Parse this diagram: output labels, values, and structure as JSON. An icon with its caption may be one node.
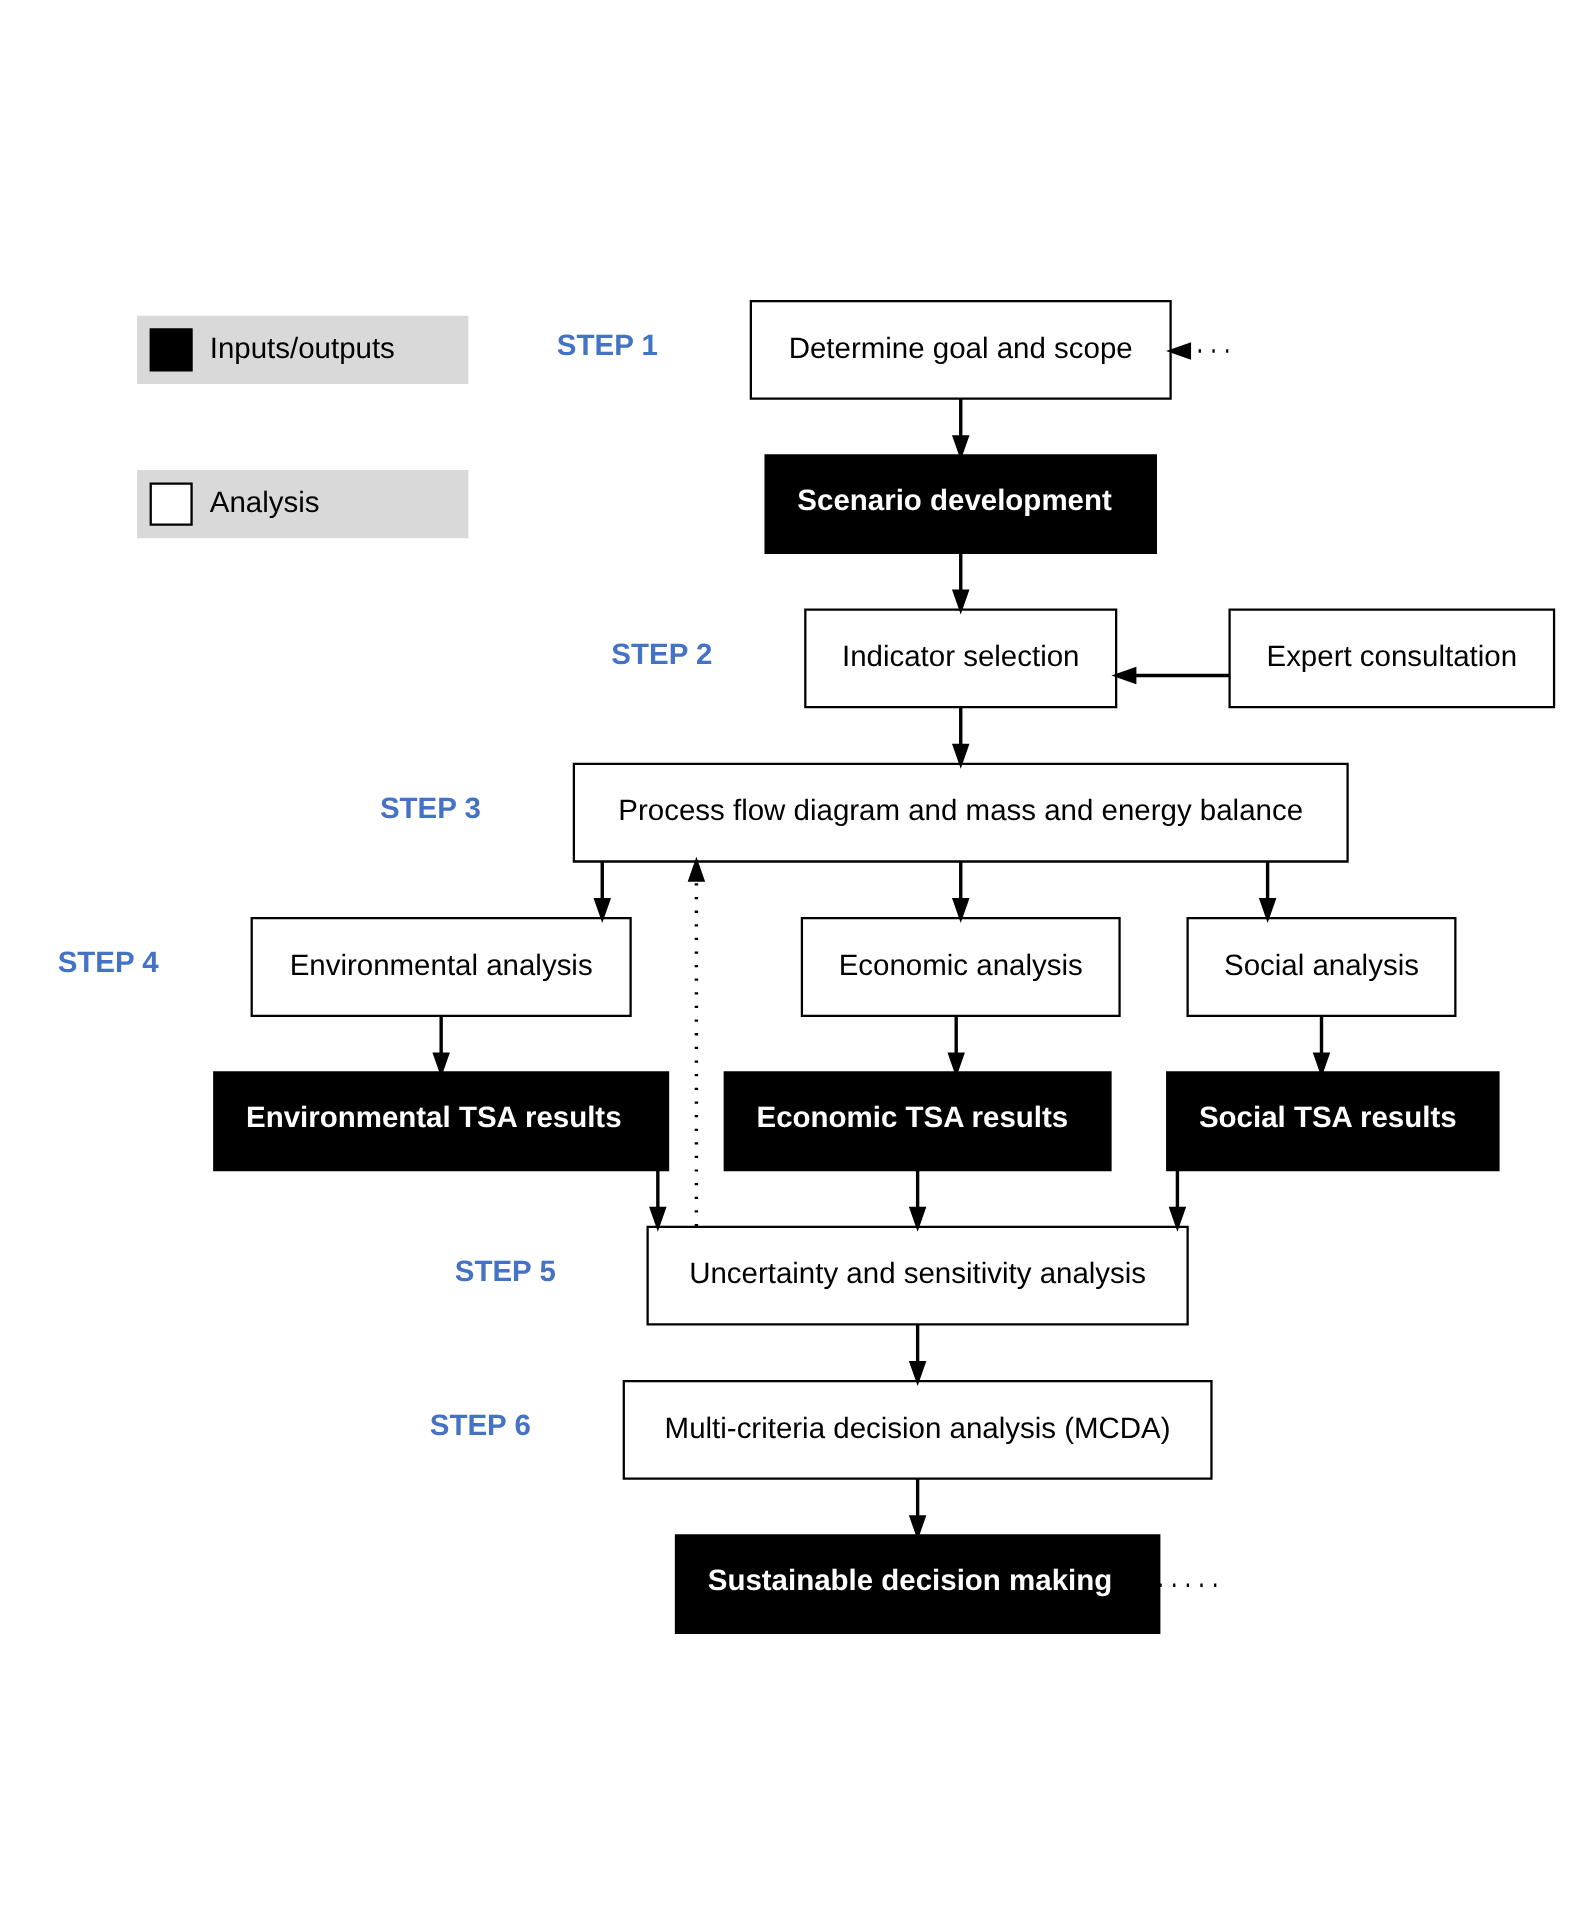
{
  "diagram": {
    "nodes": [
      {
        "text": [
          "Determine goal and scope"
        ]
      },
      {
        "text": [
          "Scenario development"
        ]
      },
      {
        "text": [
          "Indicator selection"
        ]
      },
      {
        "text": [
          "Expert consultation"
        ]
      },
      {
        "text": [
          "Process flow diagram and mass and energy balance"
        ]
      },
      {
        "text": [
          "Environmental analysis"
        ]
      },
      {
        "text": [
          "Economic analysis"
        ]
      },
      {
        "text": [
          "Social analysis"
        ]
      },
      {
        "text": [
          "Environmental TSA results"
        ]
      },
      {
        "text": [
          "Economic TSA results"
        ]
      },
      {
        "text": [
          "Social TSA results"
        ]
      },
      {
        "text": [
          "Uncertainty and sensitivity analysis"
        ]
      },
      {
        "text": [
          "Multi-criteria decision analysis (MCDA)"
        ]
      },
      {
        "text": [
          "Sustainable decision making"
        ]
      }
    ],
    "edges": [
      {
        "from": 0,
        "to": 1,
        "arrow": "to"
      },
      {
        "from": 1,
        "to": 2,
        "arrow": "to"
      },
      {
        "from": 3,
        "to": 2,
        "arrow": "to"
      },
      {
        "from": 2,
        "to": 4,
        "arrow": "to"
      },
      {
        "from": 4,
        "to": 5,
        "arrow": "to"
      },
      {
        "from": 4,
        "to": 6,
        "arrow": "to"
      },
      {
        "from": 4,
        "to": 7,
        "arrow": "to"
      },
      {
        "from": 5,
        "to": 8,
        "arrow": "to"
      },
      {
        "from": 6,
        "to": 9,
        "arrow": "to"
      },
      {
        "from": 7,
        "to": 10,
        "arrow": "to"
      },
      {
        "from": 8,
        "to": 11,
        "arrow": "to"
      },
      {
        "from": 9,
        "to": 11,
        "arrow": "to"
      },
      {
        "from": 10,
        "to": 11,
        "arrow": "to"
      },
      {
        "from": 11,
        "to": 4,
        "arrow": "to",
        "style": "dashed"
      },
      {
        "from": 11,
        "to": 12,
        "arrow": "to"
      },
      {
        "from": 12,
        "to": 13,
        "arrow": "to"
      },
      {
        "from": 13,
        "to": null,
        "arrow": "none",
        "style": "dashed"
      },
      {
        "from": null,
        "to": 0,
        "arrow": "to",
        "style": "dashed"
      }
    ],
    "labels": [
      "STEP 1",
      "STEP 2",
      "STEP 3",
      "STEP 4",
      "STEP 5",
      "STEP 6"
    ],
    "legend": [
      {
        "text": "Inputs/outputs",
        "color": "#000000"
      },
      {
        "text": "Analysis",
        "color": "#ffffff"
      }
    ]
  }
}
